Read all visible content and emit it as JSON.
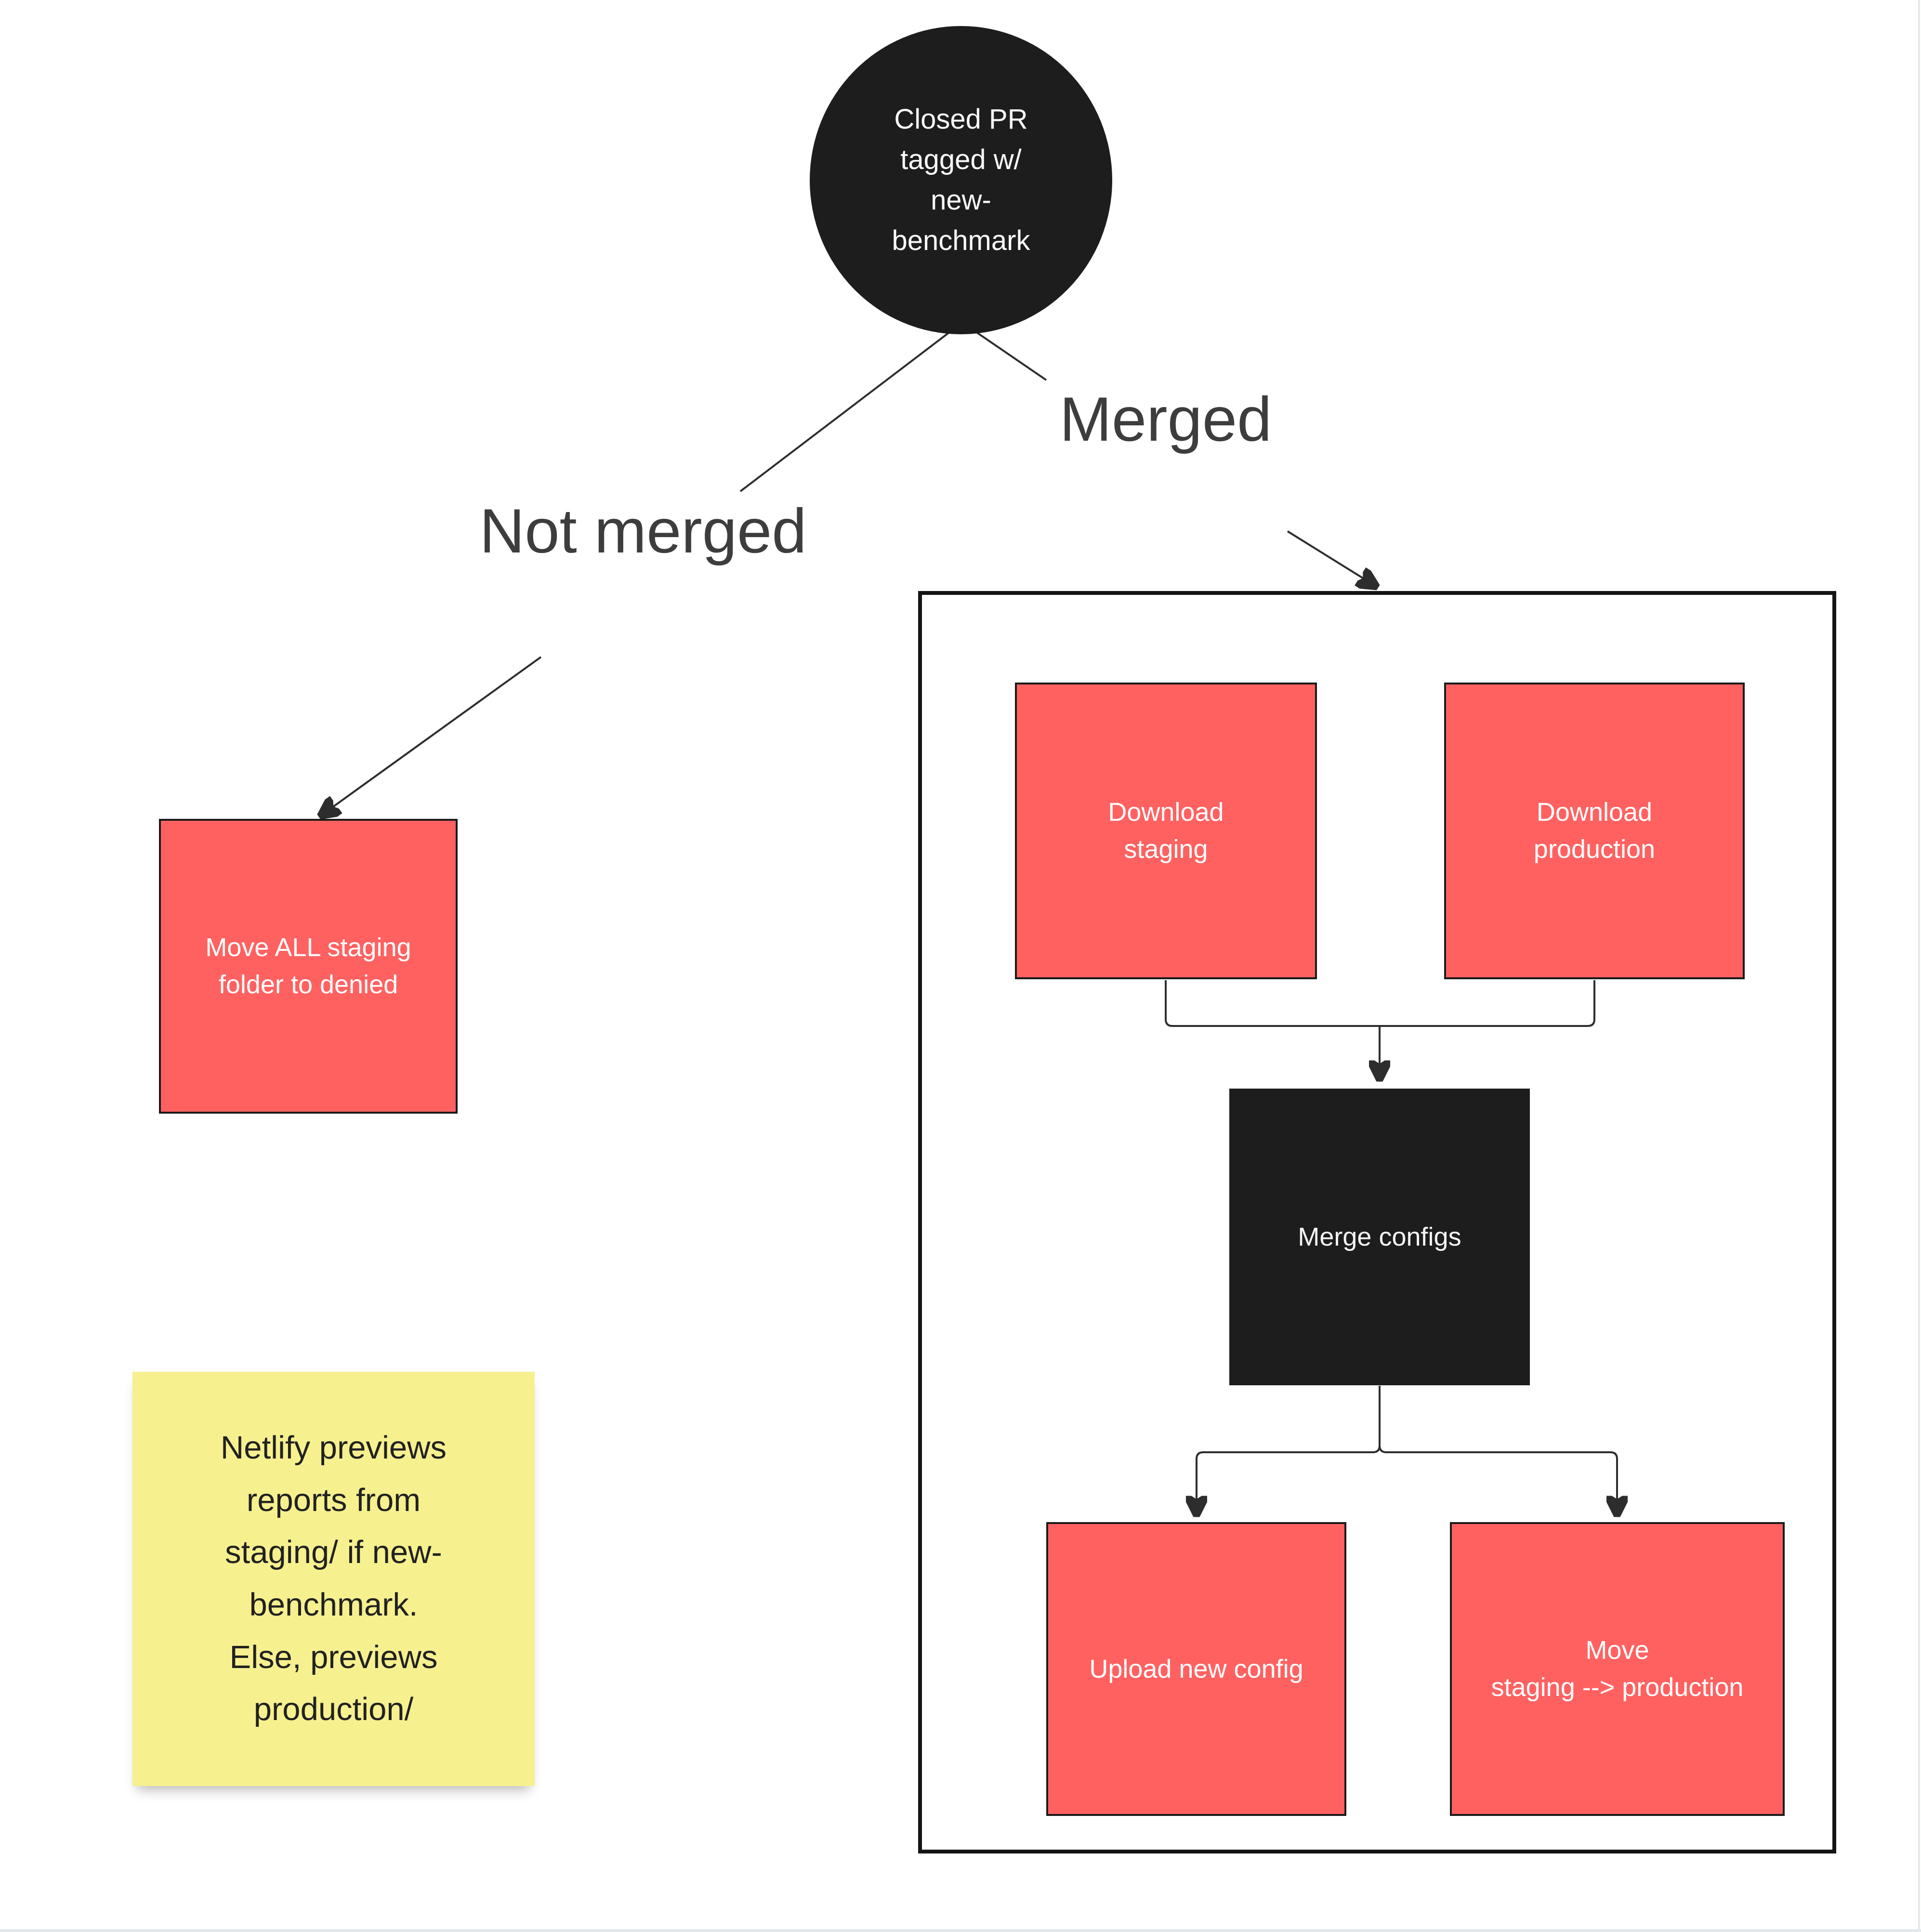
{
  "colors": {
    "red": "#FF6161",
    "node-black": "#1D1D1D",
    "yellow": "#F6F08F",
    "line": "#2D2D2D",
    "label-text": "#3D3D3D"
  },
  "nodes": {
    "start": "Closed PR\ntagged w/\nnew-\nbenchmark",
    "deny": "Move ALL staging folder to denied",
    "download_staging": "Download\nstaging",
    "download_production": "Download\nproduction",
    "merge": "Merge configs",
    "upload": "Upload new config",
    "move": "Move\nstaging --> production"
  },
  "labels": {
    "not_merged": "Not merged",
    "merged": "Merged"
  },
  "note": {
    "text": "Netlify previews\nreports from\nstaging/ if new-\nbenchmark.\nElse, previews\nproduction/"
  }
}
